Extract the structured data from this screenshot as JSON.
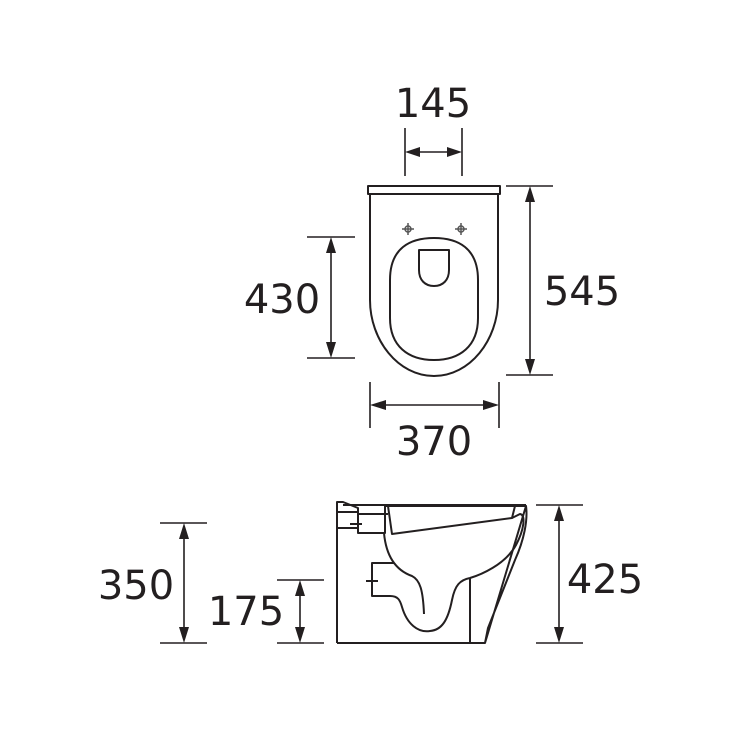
{
  "diagram": {
    "title": "",
    "colors": {
      "line": "#231f20",
      "background": "#ffffff"
    },
    "top_view": {
      "dimensions": {
        "fixing_centres": {
          "label": "145"
        },
        "seat_length": {
          "label": "430"
        },
        "overall_length": {
          "label": "545"
        },
        "overall_width": {
          "label": "370"
        }
      }
    },
    "side_view": {
      "dimensions": {
        "waste_height": {
          "label": "350"
        },
        "inlet_height": {
          "label": "175"
        },
        "overall_height": {
          "label": "425"
        }
      }
    }
  }
}
